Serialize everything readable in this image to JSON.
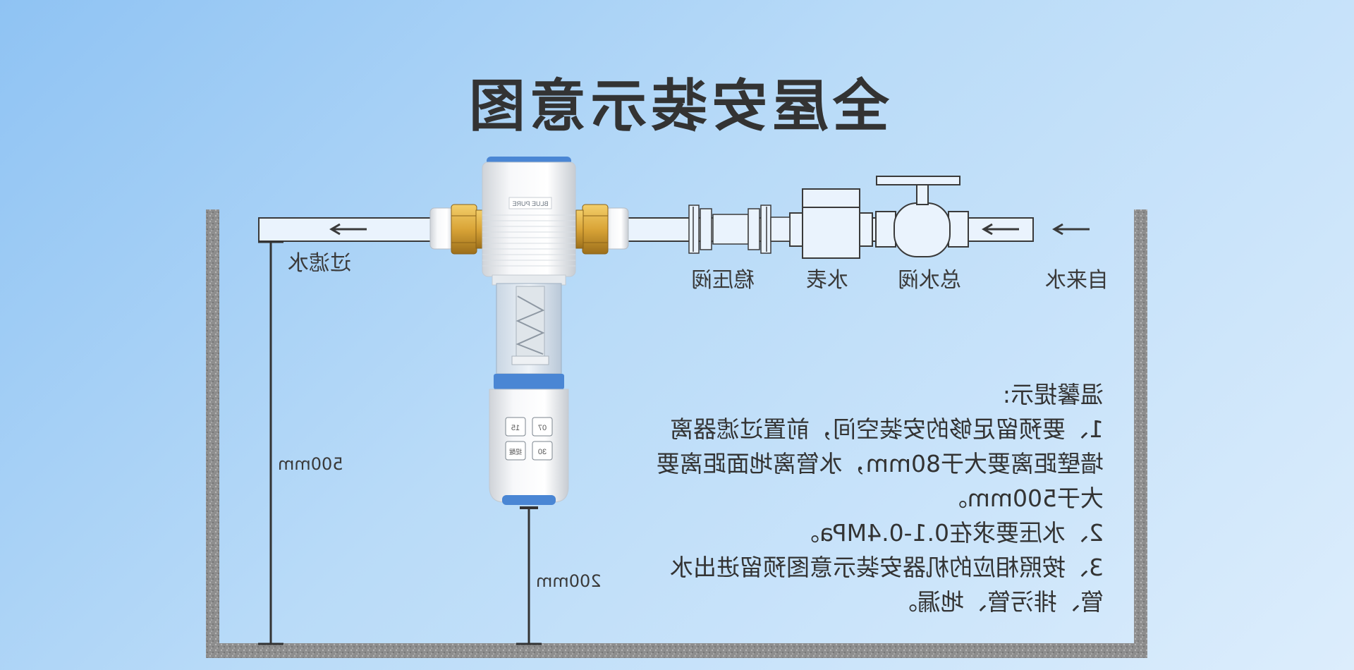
{
  "title": "全屋安装示意图",
  "flow": {
    "inlet": "自来水",
    "main_valve": "总水阀",
    "meter": "水表",
    "pressure_valve": "稳压阀",
    "outlet": "过滤水"
  },
  "dimensions": {
    "wall_height": "500mm",
    "floor_height": "200mm"
  },
  "tips": {
    "heading": "温馨提示:",
    "lines": [
      "1、要预留足够的安装空间，前置过滤器离",
      "墙壁距离要大于80mm，水管离地面距离要",
      "大于500mm。",
      "2、水压要求在0.1-0.4MPa。",
      "3、按照相应的机器安装示意图预留进出水",
      "管、排污管、地漏。"
    ]
  },
  "filter": {
    "brand_label": "BLUE PURE",
    "panel_buttons": [
      "15",
      "07",
      "30",
      "提醒"
    ]
  },
  "colors": {
    "background": "#a9d1f7",
    "pipe_outline": "#3a3a3a",
    "brass": "#d9a437",
    "filter_accent": "#4a86d4"
  }
}
